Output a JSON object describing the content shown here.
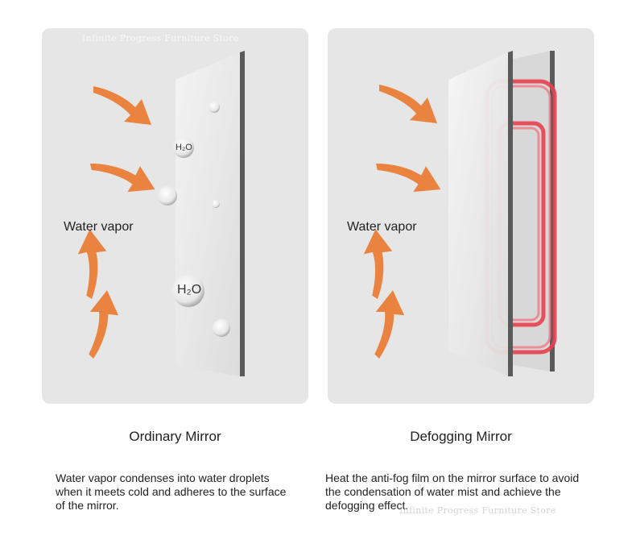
{
  "watermark": "Infinite Progress Furniture Store",
  "colors": {
    "panel_background": "#e6e6e6",
    "arrow": "#e9833f",
    "heating_film": "#e8404e"
  },
  "ordinary": {
    "vapor_label": "Water vapor",
    "droplet_labels": [
      "H₂O",
      "H₂O"
    ],
    "title": "Ordinary Mirror",
    "description": "Water vapor condenses into water droplets when it meets cold and adheres to the surface of the mirror."
  },
  "defogging": {
    "vapor_label": "Water vapor",
    "title": "Defogging Mirror",
    "description": "Heat the anti-fog film on the mirror surface to avoid the condensation of water mist and achieve the defogging effect."
  }
}
